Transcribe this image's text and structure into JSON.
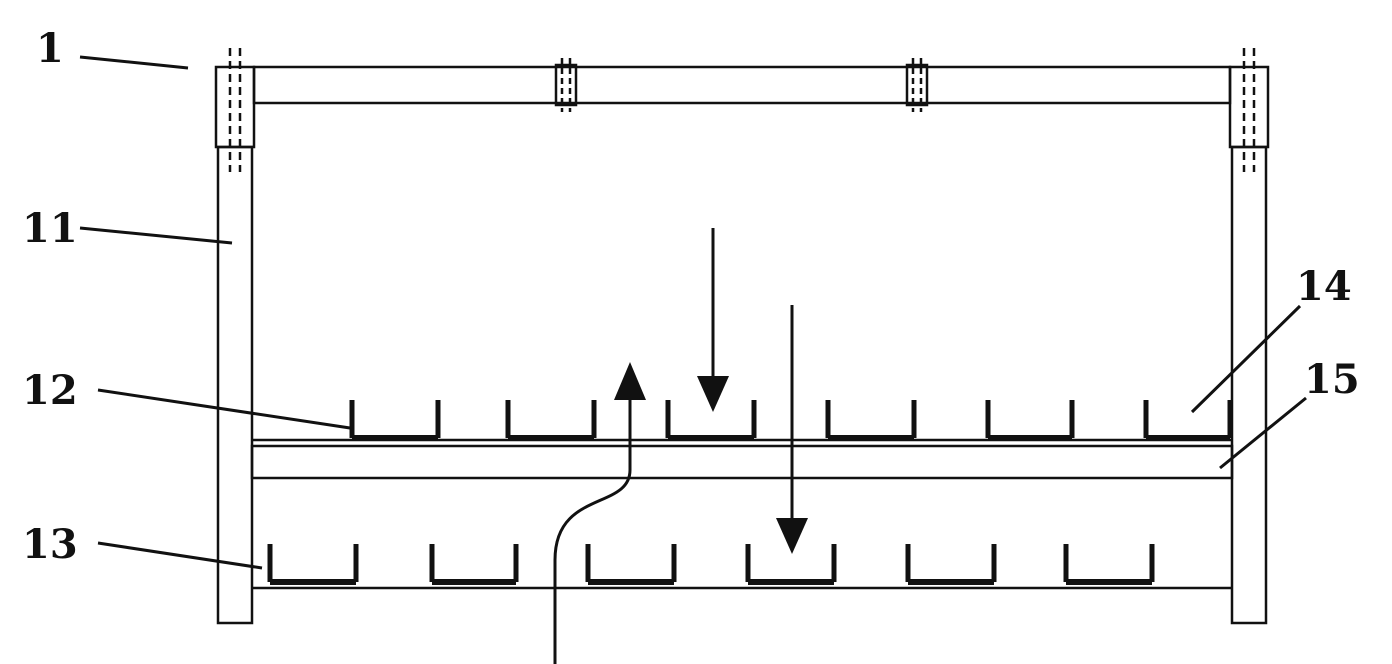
{
  "diagram": {
    "labels": {
      "l1": "1",
      "l11": "11",
      "l12": "12",
      "l13": "13",
      "l14": "14",
      "l15": "15"
    },
    "colors": {
      "stroke": "#111111",
      "background": "#ffffff"
    }
  }
}
